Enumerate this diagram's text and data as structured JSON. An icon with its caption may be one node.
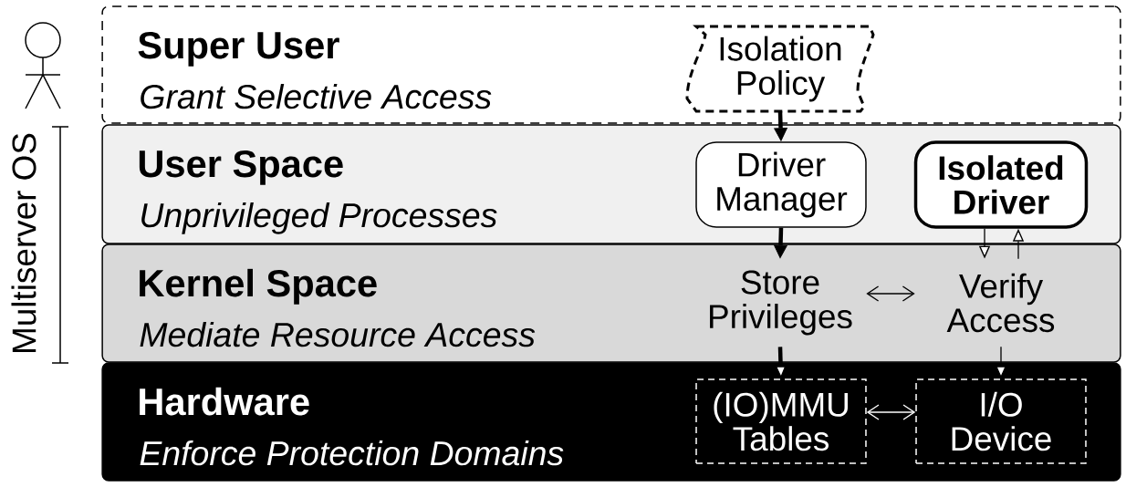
{
  "diagram": {
    "nodes": [
      {
        "text": [
          "Super User",
          "Grant Selective Access"
        ]
      },
      {
        "text": [
          "User Space",
          "Unprivileged Processes"
        ]
      },
      {
        "text": [
          "Kernel Space",
          "Mediate Resource Access"
        ]
      },
      {
        "text": [
          "Hardware",
          "Enforce Protection Domains"
        ]
      },
      {
        "text": [
          "Isolation Policy"
        ],
        "in": 0
      },
      {
        "text": [
          "Driver Manager"
        ],
        "in": 1
      },
      {
        "text": [
          "Isolated Driver"
        ],
        "in": 1
      },
      {
        "text": [
          "Store Privileges"
        ],
        "in": 2
      },
      {
        "text": [
          "Verify Access"
        ],
        "in": 2
      },
      {
        "text": [
          "(IO)MMU Tables"
        ],
        "in": 3
      },
      {
        "text": [
          "I/O Device"
        ],
        "in": 3
      }
    ],
    "edges": [
      {
        "from": 4,
        "to": 5,
        "arrow": "to",
        "style": "thick"
      },
      {
        "from": 5,
        "to": 7,
        "arrow": "to",
        "style": "thick"
      },
      {
        "from": 6,
        "to": 8,
        "arrow": "to"
      },
      {
        "from": 8,
        "to": 6,
        "arrow": "to"
      },
      {
        "from": 7,
        "to": 8,
        "arrow": "both"
      },
      {
        "from": 7,
        "to": 9,
        "arrow": "to",
        "style": "thick"
      },
      {
        "from": 8,
        "to": 10,
        "arrow": "to"
      },
      {
        "from": 9,
        "to": 10,
        "arrow": "both",
        "color": "#ffffff"
      }
    ],
    "labels": [
      "Multiserver OS"
    ]
  }
}
